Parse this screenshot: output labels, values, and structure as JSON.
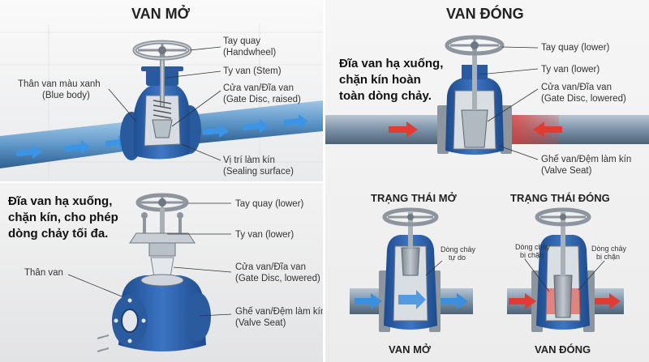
{
  "open_panel": {
    "title": "VAN MỞ",
    "labels": {
      "handwheel_vi": "Tay quay",
      "handwheel_en": "(Handwheel)",
      "stem": "Ty van (Stem)",
      "disc_vi": "Cửa van/Đĩa van",
      "disc_en": "(Gate Disc, raised)",
      "body_vi": "Thân van màu xanh",
      "body_en": "(Blue body)",
      "seal_vi": "Vị trí làm kín",
      "seal_en": "(Sealing surface)"
    }
  },
  "closed_panel": {
    "title": "VAN ĐÓNG",
    "caption_l1": "Đĩa van hạ xuống,",
    "caption_l2": "chặn kín hoàn",
    "caption_l3": "toàn dòng chảy.",
    "labels": {
      "handwheel": "Tay quay (lower)",
      "stem": "Ty van (lower)",
      "disc_vi": "Cửa van/Đĩa van",
      "disc_en": "(Gate Disc, lowered)",
      "seat_vi": "Ghế van/Đệm làm kín",
      "seat_en": "(Valve Seat)"
    }
  },
  "exploded_panel": {
    "caption_l1": "Đĩa van hạ xuống,",
    "caption_l2": "chặn kín, cho phép",
    "caption_l3": "dòng chảy  tối đa.",
    "labels": {
      "handwheel": "Tay quay (lower)",
      "stem": "Ty van (lower)",
      "body": "Thân van",
      "disc_vi": "Cửa van/Đĩa van",
      "disc_en": "(Gate Disc, lowered)",
      "seat_vi": "Ghế van/Đệm làm kín",
      "seat_en": "(Valve Seat)"
    }
  },
  "comparison": {
    "open_title": "TRẠNG THÁI MỞ",
    "closed_title": "TRẠNG THÁI ĐÓNG",
    "free_flow_l1": "Dòng chảy",
    "free_flow_l2": "tự do",
    "blocked_l1": "Dòng chảy",
    "blocked_l2": "bị chặn",
    "blocked_r1": "Dòng chảy",
    "blocked_r2": "bị chặn",
    "open_caption": "VAN MỞ",
    "closed_caption": "VAN ĐÓNG"
  },
  "colors": {
    "blue_body": "#2f62a8",
    "flow_blue": "#3a8fe0",
    "flow_red": "#e23b34",
    "steel": "#9aa3ad"
  }
}
